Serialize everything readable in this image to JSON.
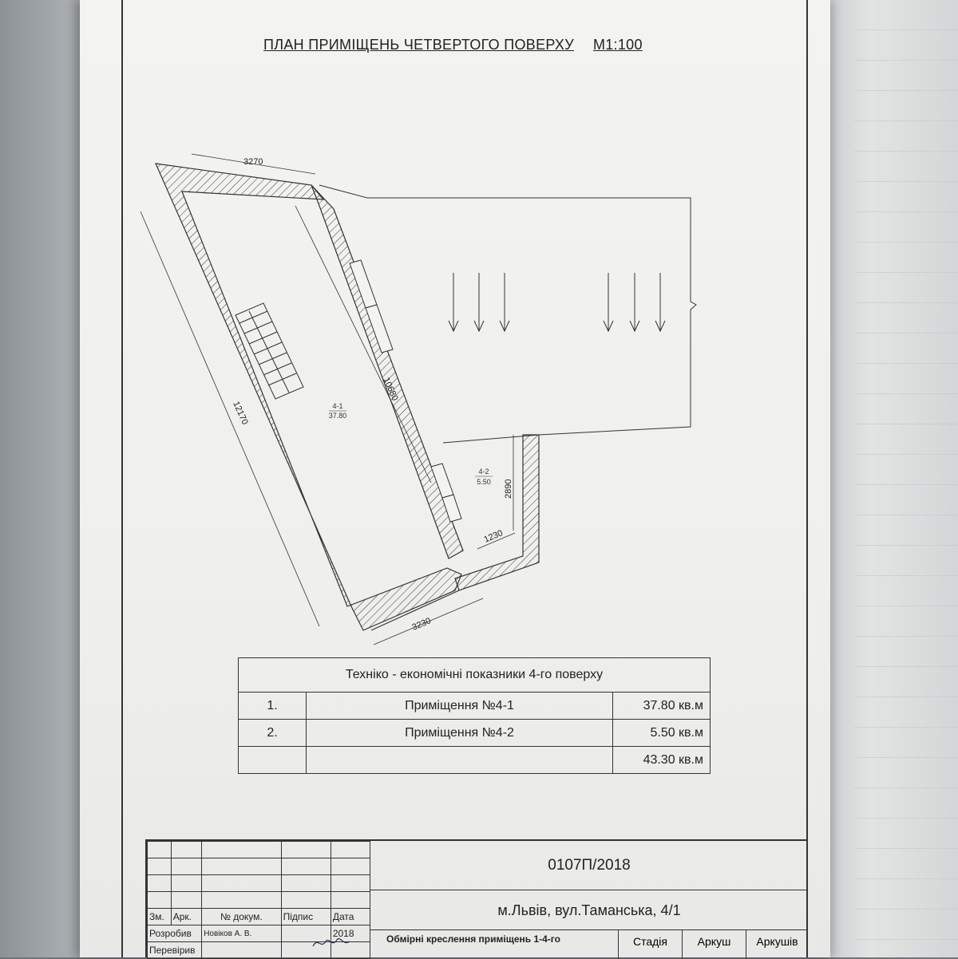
{
  "title": "ПЛАН ПРИМІЩЕНЬ ЧЕТВЕРТОГО ПОВЕРХУ",
  "scale": "М1:100",
  "plan": {
    "rooms": [
      {
        "id": "4-1",
        "area": "37.80"
      },
      {
        "id": "4-2",
        "area": "5.50"
      }
    ],
    "dimensions": {
      "top": "3270",
      "left": "12170",
      "inner_right": "10680",
      "bottom": "3230",
      "small_height": "2890",
      "small_width": "1230"
    }
  },
  "table": {
    "header": "Техніко - економічні показники 4-го поверху",
    "rows": [
      {
        "num": "1.",
        "name": "Приміщення №4-1",
        "area": "37.80 кв.м"
      },
      {
        "num": "2.",
        "name": "Приміщення №4-2",
        "area": "5.50 кв.м"
      }
    ],
    "total": "43.30 кв.м"
  },
  "stamp": {
    "code": "0107П/2018",
    "address": "м.Львів, вул.Таманська, 4/1",
    "col_zm": "Зм.",
    "col_ark": "Арк.",
    "col_doc": "№ докум.",
    "col_sign": "Підпис",
    "col_date": "Дата",
    "role_developed": "Розробив",
    "developer_name": "Новіков А. В.",
    "date": "2018",
    "role_checked": "Перевірив",
    "description": "Обмірні креслення приміщень 1-4-го",
    "stage": "Стадія",
    "sheet": "Аркуш",
    "sheets": "Аркушів"
  }
}
